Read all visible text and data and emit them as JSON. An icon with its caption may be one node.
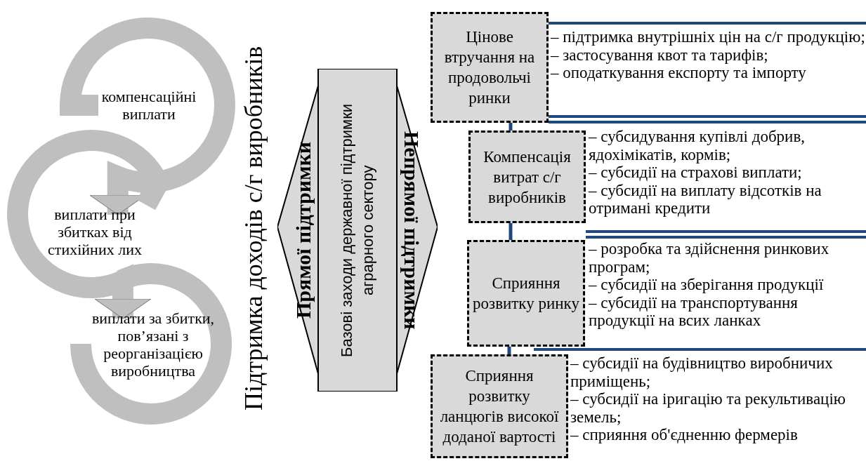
{
  "diagram": {
    "nodes": [
      {
        "text": [
          "компенсаційні виплати"
        ]
      },
      {
        "text": [
          "виплати при збитках від стихійних лих"
        ]
      },
      {
        "text": [
          "виплати за збитки, пов’язані з реорганізацією виробництва"
        ]
      },
      {
        "text": [
          "Прямої підтримки",
          "Базові заходи державної підтримки аграрного сектору",
          "Непрямої підтримки"
        ]
      },
      {
        "text": [
          "Цінове втручання на продовольчі ринки"
        ],
        "beside": [
          "– підтримка внутрішніх цін на с/г продукцію;",
          "– застосування квот та тарифів;",
          "– оподаткування експорту та імпорту"
        ]
      },
      {
        "text": [
          "Компенсація витрат с/г виробників"
        ],
        "beside": [
          "– субсидування купівлі добрив, ядохімікатів, кормів;",
          "– субсидії на страхові виплати;",
          "– субсидії на виплату відсотків на отримані кредити"
        ]
      },
      {
        "text": [
          "Сприяння розвитку ринку"
        ],
        "beside": [
          "– розробка та здійснення ринкових програм;",
          "– субсидії на зберігання продукції",
          "– субсидії на транспортування продукції на всих ланках"
        ]
      },
      {
        "text": [
          "Сприяння розвитку ланцюгів високої доданої вартості"
        ],
        "beside": [
          "– субсидії на будівництво виробничих приміщень;",
          "– субсидії на іригацію та рекультивацію земель;",
          "– сприяння об'єдненню фермерів"
        ]
      }
    ],
    "edges": [
      {
        "from": 0,
        "to": 1,
        "arrow": "to",
        "style": "thick",
        "color": "#bfbfbf"
      },
      {
        "from": 1,
        "to": 2,
        "arrow": "to",
        "style": "thick",
        "color": "#bfbfbf"
      },
      {
        "from": 4,
        "to": 5,
        "arrow": "none"
      },
      {
        "from": 5,
        "to": 6,
        "arrow": "none"
      },
      {
        "from": 6,
        "to": 7,
        "arrow": "none"
      }
    ],
    "labels": [
      "Підтримка доходів с/г виробників"
    ]
  }
}
